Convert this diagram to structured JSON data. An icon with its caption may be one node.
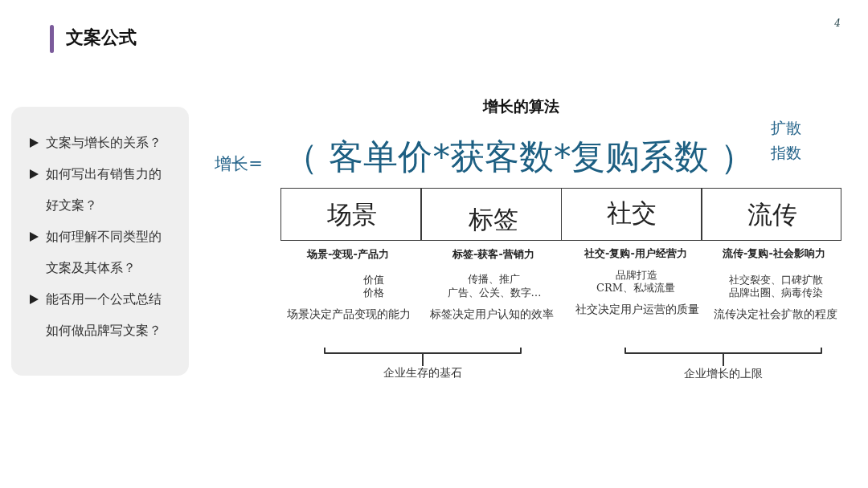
{
  "diagram": {
    "title": "文案公式",
    "nodes": [
      {
        "text": [
          "文案与增长的关系？",
          "如何写出有销售力的好文案？",
          "如何理解不同类型的文案及其体系？",
          "能否用一个公式总结如何做品牌写文案？"
        ]
      },
      {
        "text": [
          "场景"
        ],
        "beside": [
          "场景-变现-产品力",
          "价值",
          "价格",
          "场景决定产品变现的能力"
        ]
      },
      {
        "text": [
          "标签"
        ],
        "beside": [
          "标签-获客-营销力",
          "传播、推广",
          "广告、公关、数字…",
          "标签决定用户认知的效率"
        ]
      },
      {
        "text": [
          "社交"
        ],
        "beside": [
          "社交-复购-用户经营力",
          "品牌打造",
          "CRM、私域流量",
          "社交决定用户运营的质量"
        ]
      },
      {
        "text": [
          "流传"
        ],
        "beside": [
          "流传-复购-社会影响力",
          "社交裂变、口碑扩散",
          "品牌出圈、病毒传染",
          "流传决定社会扩散的程度"
        ]
      }
    ],
    "labels": [
      "4",
      "增长的算法",
      "增长=",
      "（ 客单价*获客数*复购系数 ）",
      "扩散指数",
      "企业生存的基石",
      "企业增长的上限"
    ]
  }
}
